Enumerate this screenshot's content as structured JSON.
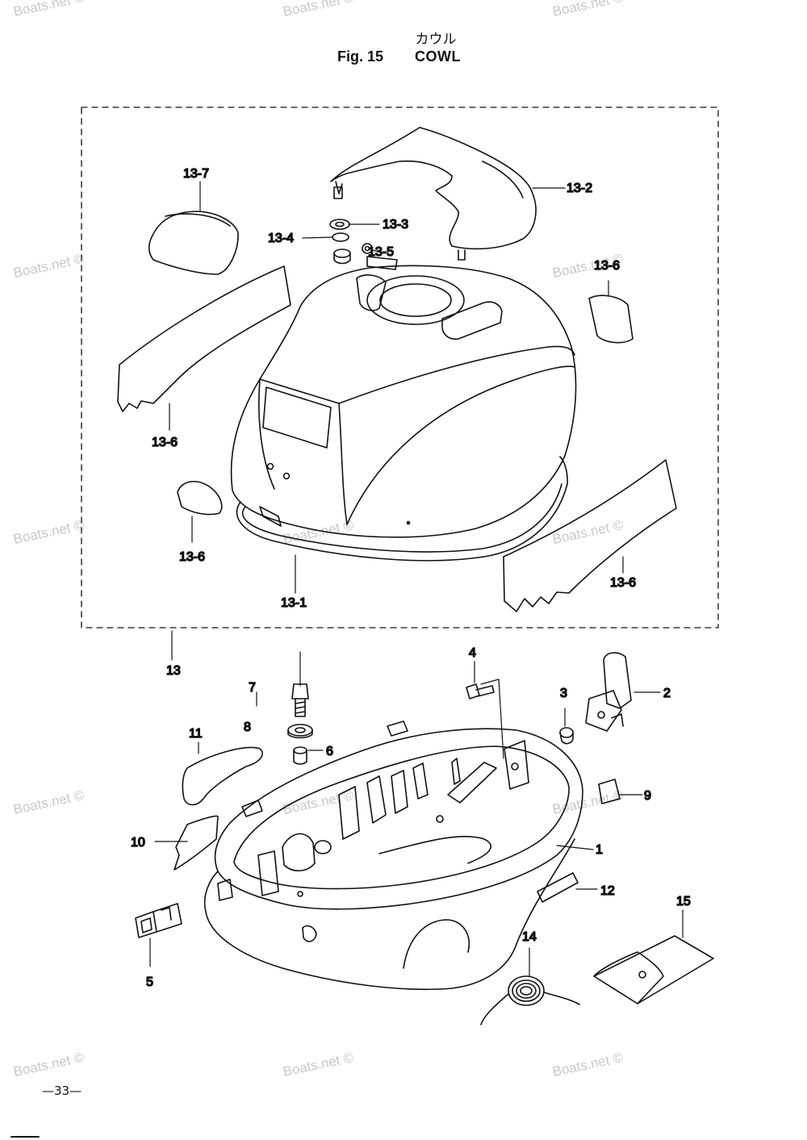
{
  "header": {
    "title_jp": "カウル",
    "figure_number": "Fig. 15",
    "figure_name": "COWL"
  },
  "callouts": {
    "c13_7": "13-7",
    "c13_2": "13-2",
    "c13_3": "13-3",
    "c13_4": "13-4",
    "c13_5": "13-5",
    "c13_6_upper_right": "13-6",
    "c13_6_left": "13-6",
    "c13_6_small_left": "13-6",
    "c13_6_lower_right": "13-6",
    "c13_1": "13-1",
    "c13": "13",
    "c1": "1",
    "c2": "2",
    "c3": "3",
    "c4": "4",
    "c5": "5",
    "c6": "6",
    "c7": "7",
    "c8": "8",
    "c9": "9",
    "c10": "10",
    "c11": "11",
    "c12": "12",
    "c14": "14",
    "c15": "15"
  },
  "watermark": "Boats.net ©",
  "page_number": "—33—"
}
